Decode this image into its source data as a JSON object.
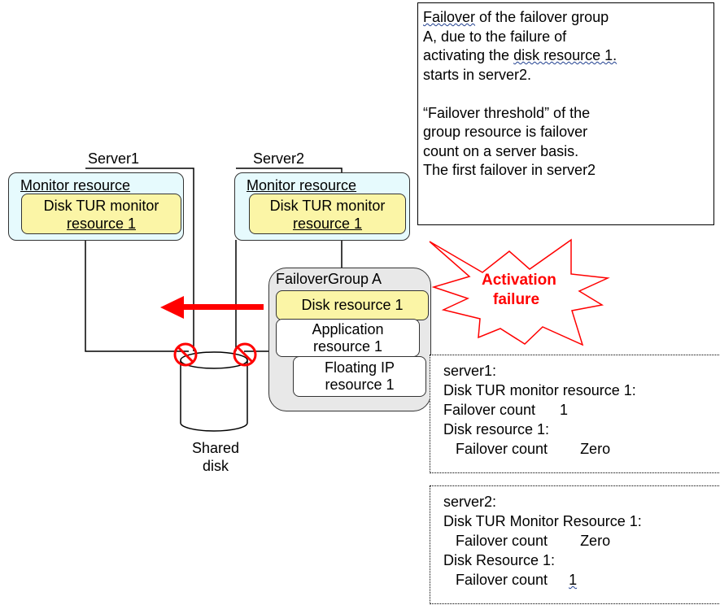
{
  "note": {
    "lines": [
      "of the failover group",
      "A, due to the failure of",
      "activating the",
      "starts in server2.",
      "",
      "“Failover threshold” of the",
      "group resource is failover",
      "count on a server basis.",
      "The first failover in server2"
    ],
    "failover_word": "Failover",
    "disk_word": "disk resource 1."
  },
  "server1": {
    "label": "Server1",
    "monitor_title": "Monitor resource",
    "disk_tur_line1": "Disk TUR monitor",
    "disk_tur_line2": "resource 1"
  },
  "server2": {
    "label": "Server2",
    "monitor_title": "Monitor resource",
    "disk_tur_line1": "Disk TUR monitor",
    "disk_tur_line2": "resource 1"
  },
  "failover_group": {
    "title": "FailoverGroup A",
    "disk_resource": "Disk resource 1",
    "application_line1": "Application",
    "application_line2": "resource 1",
    "floating_line1": "Floating IP",
    "floating_line2": "resource 1"
  },
  "burst": {
    "line1": "Activation",
    "line2": "failure"
  },
  "shared_disk": {
    "line1": "Shared",
    "line2": "disk"
  },
  "server1_counts": [
    "server1:",
    "Disk TUR monitor resource 1:",
    "Failover count      1",
    "Disk resource 1:",
    "   Failover count        Zero"
  ],
  "server2_counts": [
    "server2:",
    "Disk TUR Monitor Resource 1:",
    "   Failover count        Zero",
    "Disk Resource 1:",
    "   Failover count"
  ],
  "server2_last_value": "1",
  "colors": {
    "monitor_bg": "#e6fafd",
    "disk_tur_bg": "#fbf5a6",
    "group_bg": "#e8e8e8",
    "alert_red": "#ff0000"
  }
}
